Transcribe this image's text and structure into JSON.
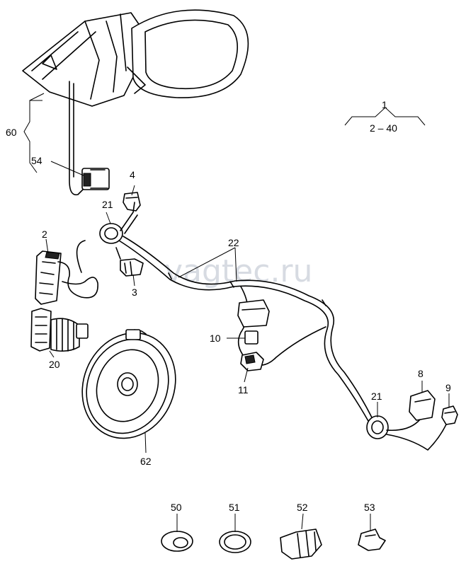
{
  "watermark": "vagtec.ru",
  "callouts": {
    "c1": "1",
    "c1_range": "2 – 40",
    "c2": "2",
    "c3": "3",
    "c4": "4",
    "c8": "8",
    "c9": "9",
    "c10": "10",
    "c11": "11",
    "c20": "20",
    "c21a": "21",
    "c21b": "21",
    "c22": "22",
    "c50": "50",
    "c51": "51",
    "c52": "52",
    "c53": "53",
    "c54": "54",
    "c60": "60",
    "c62": "62"
  }
}
